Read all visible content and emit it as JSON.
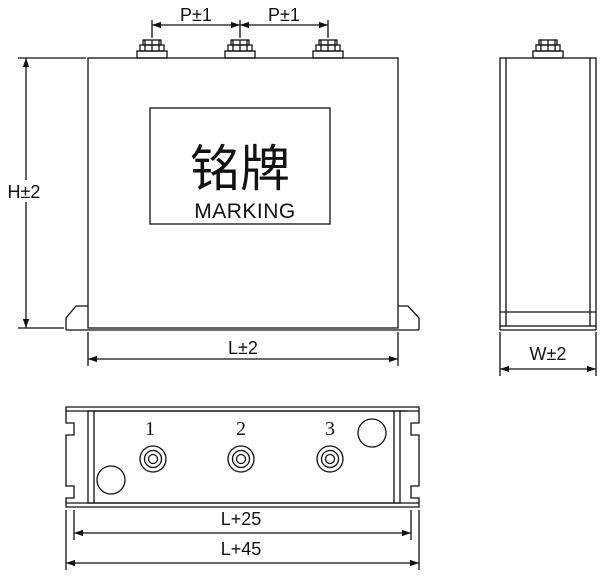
{
  "labels": {
    "pitch_left": "P±1",
    "pitch_right": "P±1",
    "height": "H±2",
    "length": "L±2",
    "width": "W±2",
    "length_mount": "L+25",
    "length_overall": "L+45",
    "nameplate_cn": "铭牌",
    "nameplate_en": "MARKING",
    "terminal_1": "1",
    "terminal_2": "2",
    "terminal_3": "3"
  },
  "colors": {
    "line": "#111111",
    "background": "#ffffff"
  }
}
